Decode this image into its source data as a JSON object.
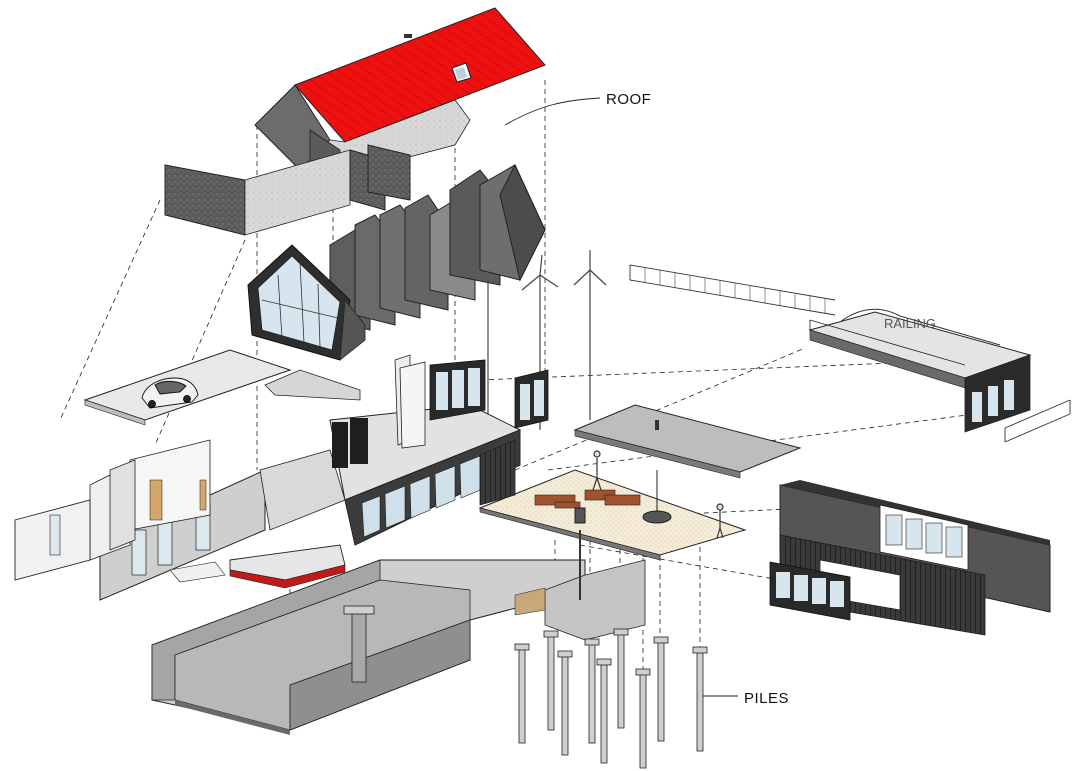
{
  "labels": {
    "roof": "ROOF",
    "piles": "PILES",
    "railing": "RAILING"
  },
  "colors": {
    "roof_red": "#ee1111",
    "wall_dark": "#4a4a4a",
    "wall_mid": "#8a8a8a",
    "wall_light": "#d6d6d6",
    "slab": "#e6e6e6",
    "floor_wood": "#f4ecd8",
    "sofa": "#a0522d",
    "glass": "#c9dde8",
    "rail": "#333333"
  },
  "elements": [
    "roof",
    "gable-walls",
    "frame-fins",
    "glazed-gable",
    "garage-slab",
    "car",
    "ground-floor",
    "terrace",
    "canopy",
    "balcony-railings",
    "east-wall",
    "basement",
    "piles"
  ]
}
